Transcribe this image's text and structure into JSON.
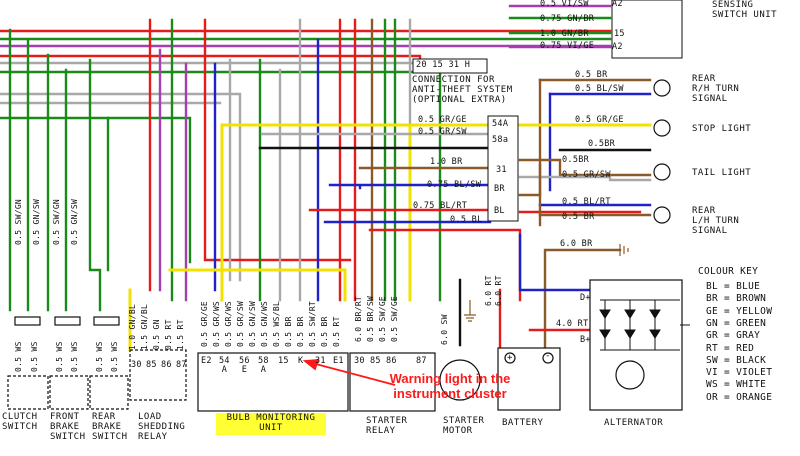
{
  "wire_labels_top": {
    "w1": "0.5 VI/SW",
    "w2": "0.75 GN/BR",
    "w3": "1.0 GN/BR",
    "w4": "0.75 VI/GE"
  },
  "sensing_terminals": {
    "a2_top": "A2",
    "t15": "15",
    "a2_bot": "A2"
  },
  "sensing_switch_label": "SENSING\nSWITCH UNIT",
  "anti_theft": {
    "pins": "20 15 31 H",
    "label": "CONNECTION FOR\nANTI-THEFT SYSTEM\n(OPTIONAL EXTRA)"
  },
  "relay_pins": {
    "top": "54A",
    "a": "58a",
    "p31": "31",
    "br": "BR",
    "bl": "BL"
  },
  "right_wires": {
    "r1": "0.5 BR",
    "r2": "0.5 BL/SW",
    "r3": "0.5 GR/GE",
    "r4": "0.5BR",
    "r5": "0.5BR",
    "r6": "0.5 GR/SW",
    "r7": "0.5 BL/RT",
    "r8": "0.5 BR"
  },
  "mid_wires": {
    "m1": "0.5 GR/GE",
    "m2": "0.5 GR/SW",
    "m3": "1.0 BR",
    "m4": "0.75 BL/SW",
    "m5": "0.75 BL/RT",
    "m6": "0.5 BL",
    "m7": "6.0 BR",
    "m8": "4.0 RT",
    "m9": "D+",
    "m10": "B+"
  },
  "lamps": {
    "rear_rh": "REAR\nR/H TURN\nSIGNAL",
    "stop": "STOP LIGHT",
    "tail": "TAIL LIGHT",
    "rear_lh": "REAR\nL/H TURN\nSIGNAL"
  },
  "colour_key": {
    "title": "COLOUR KEY",
    "entries": [
      "BL = BLUE",
      "BR = BROWN",
      "GE = YELLOW",
      "GN = GREEN",
      "GR = GRAY",
      "RT = RED",
      "SW = BLACK",
      "VI = VIOLET",
      "WS = WHITE",
      "OR = ORANGE"
    ]
  },
  "vertical_labels_left": [
    "0.5 SW/GN",
    "0.5 GN/SW",
    "0.5 SW/GN",
    "0.5 GN/SW"
  ],
  "vertical_labels_switch": [
    "0.5 WS",
    "0.5 WS",
    "0.5 WS",
    "0.5 WS",
    "0.5 WS",
    "0.5 WS"
  ],
  "vertical_labels_relay": [
    "1.0 GN/BL",
    "1.5 GN/BL",
    "0.5 GN",
    "0.5 RT",
    "1.5 RT"
  ],
  "vertical_labels_bmu": [
    "0.5 GR/GE",
    "0.5 GR/WS",
    "0.5 GR/WS",
    "0.5 GR/SW",
    "0.5 GN/SW",
    "0.5 GN/WS",
    "0.5 WS/BL",
    "0.5 BR",
    "0.5 BR",
    "0.5 SW/RT",
    "0.5 BR",
    "0.5 RT"
  ],
  "vertical_labels_starter": [
    "6.0 BR/RT",
    "0.5 BR/SW",
    "0.5 SW/GE",
    "0.5 SW/GE",
    "6.0 SW"
  ],
  "vertical_labels_battery": [
    "6.0 RT",
    "6.0 RT"
  ],
  "bmu_pins": [
    "E2",
    "54\nA",
    "56\nE",
    "58\nA",
    "15",
    "K",
    "31",
    "E1"
  ],
  "relay_pins_bottom": [
    "30",
    "85",
    "86",
    "87"
  ],
  "shed_pins": [
    "30",
    "85",
    "86",
    "87"
  ],
  "battery_terms": {
    "pos": "+",
    "neg": "-"
  },
  "components": {
    "clutch": "CLUTCH\nSWITCH",
    "front_brake": "FRONT\nBRAKE\nSWITCH",
    "rear_brake": "REAR\nBRAKE\nSWITCH",
    "load_shed": "LOAD\nSHEDDING\nRELAY",
    "bmu": "BULB MONITORING\nUNIT",
    "starter_relay": "STARTER\nRELAY",
    "starter_motor": "STARTER\nMOTOR",
    "battery": "BATTERY",
    "alternator": "ALTERNATOR"
  },
  "annotation": "Warning light\nin the instrument\ncluster",
  "colors": {
    "green": "#1a8a1a",
    "red": "#e41b1b",
    "blue": "#1e22c8",
    "brown": "#8b5a2b",
    "yellow": "#f2e200",
    "gray": "#a8a8a8",
    "black": "#111111",
    "violet": "#a33fb0",
    "annotation": "#ff1a1a"
  }
}
